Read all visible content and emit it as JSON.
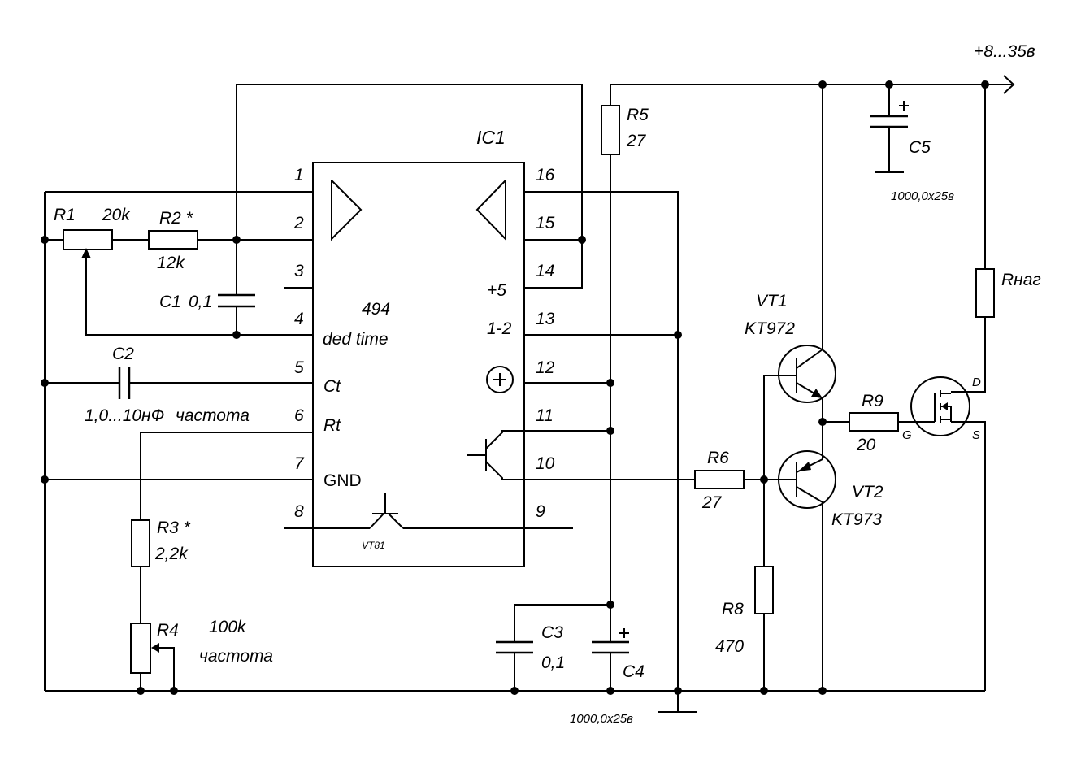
{
  "ic": {
    "name": "IC1",
    "part": "494",
    "pins_left": [
      {
        "num": "1",
        "func": ""
      },
      {
        "num": "2",
        "func": ""
      },
      {
        "num": "3",
        "func": ""
      },
      {
        "num": "4",
        "func": "ded time"
      },
      {
        "num": "5",
        "func": "Ct"
      },
      {
        "num": "6",
        "func": "Rt"
      },
      {
        "num": "7",
        "func": "GND"
      },
      {
        "num": "8",
        "func": ""
      }
    ],
    "pins_right": [
      {
        "num": "16",
        "func": ""
      },
      {
        "num": "15",
        "func": ""
      },
      {
        "num": "14",
        "func": ""
      },
      {
        "num": "13",
        "func": "1-2"
      },
      {
        "num": "12",
        "func": ""
      },
      {
        "num": "11",
        "func": ""
      },
      {
        "num": "10",
        "func": ""
      },
      {
        "num": "9",
        "func": ""
      }
    ],
    "pin14_func": "+5",
    "internal_transistor": "VT81"
  },
  "supply": "+8...35в",
  "components": {
    "R1": {
      "ref": "R1",
      "value": "20k"
    },
    "R2": {
      "ref": "R2 *",
      "value": "12k"
    },
    "C1": {
      "ref": "C1",
      "value": "0,1"
    },
    "C2": {
      "ref": "C2",
      "value": "1,0...10нФ",
      "note": "частота"
    },
    "R3": {
      "ref": "R3  *",
      "value": "2,2k"
    },
    "R4": {
      "ref": "R4",
      "value": "100k",
      "note": "частота"
    },
    "C3": {
      "ref": "C3",
      "value": "0,1"
    },
    "C4": {
      "ref": "C4",
      "value": "1000,0x25в"
    },
    "R5": {
      "ref": "R5",
      "value": "27"
    },
    "C5": {
      "ref": "C5",
      "value": "1000,0x25в"
    },
    "R6": {
      "ref": "R6",
      "value": "27"
    },
    "R8": {
      "ref": "R8",
      "value": "470"
    },
    "R9": {
      "ref": "R9",
      "value": "20"
    },
    "VT1": {
      "ref": "VT1",
      "value": "KT972"
    },
    "VT2": {
      "ref": "VT2",
      "value": "KT973"
    },
    "Rload": {
      "ref": "Rнаг"
    }
  },
  "mosfet_pins": {
    "d": "D",
    "g": "G",
    "s": "S"
  }
}
